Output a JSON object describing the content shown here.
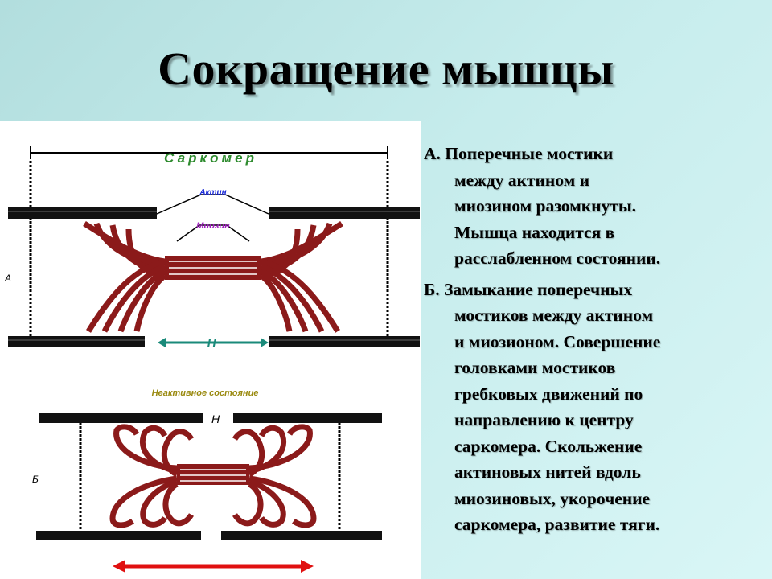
{
  "title": "Сокращение мышцы",
  "figure": {
    "label_sarcomere": "Саркомер",
    "label_actin": "Актин",
    "label_myosin": "Миозин",
    "label_h_top": "H",
    "label_inactive": "Неактивное состояние",
    "label_h_bottom": "H",
    "label_a": "А",
    "label_b": "Б",
    "colors": {
      "myosin": "#8b1a1a",
      "sarcomere_label": "#2e8b2e",
      "actin_label": "#1a2ad8",
      "myosin_label": "#a020c0",
      "h_arrow": "#1a8a7a",
      "inactive_label": "#9a8a10",
      "bottom_arrow": "#e01010"
    }
  },
  "paragraphs": [
    {
      "first": "А. Поперечные мостики",
      "rest": [
        "между актином и",
        "миозином разомкнуты.",
        "Мышца находится в",
        "расслабленном состоянии."
      ]
    },
    {
      "first": "Б. Замыкание поперечных",
      "rest": [
        "мостиков между актином",
        "и миозионом. Совершение",
        "головками мостиков",
        "гребковых движений по",
        "направлению к центру",
        "саркомера. Скольжение",
        "актиновых нитей вдоль",
        "миозиновых, укорочение",
        "саркомера, развитие тяги."
      ]
    }
  ]
}
